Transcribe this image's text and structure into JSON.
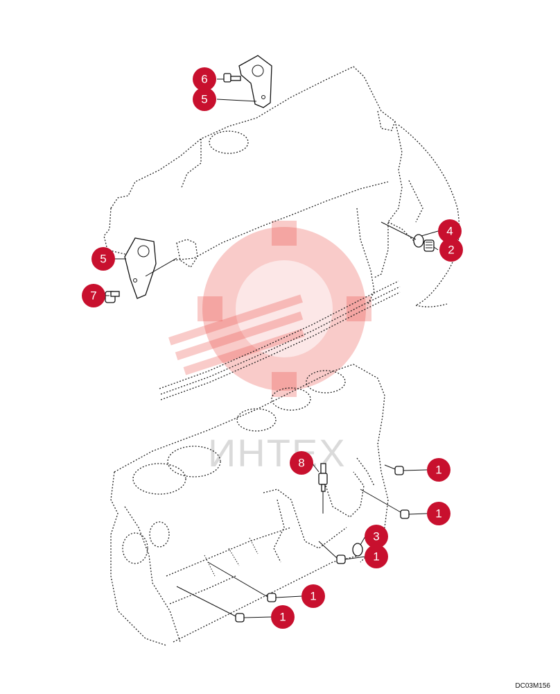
{
  "drawing_code": "DC03M156",
  "watermark_text": "ИНТЕХ",
  "callouts": [
    {
      "id": "c-6",
      "label": "6"
    },
    {
      "id": "c-5a",
      "label": "5"
    },
    {
      "id": "c-4",
      "label": "4"
    },
    {
      "id": "c-2",
      "label": "2"
    },
    {
      "id": "c-5b",
      "label": "5"
    },
    {
      "id": "c-7",
      "label": "7"
    },
    {
      "id": "c-8",
      "label": "8"
    },
    {
      "id": "c-1a",
      "label": "1"
    },
    {
      "id": "c-1b",
      "label": "1"
    },
    {
      "id": "c-3",
      "label": "3"
    },
    {
      "id": "c-1c",
      "label": "1"
    },
    {
      "id": "c-1d",
      "label": "1"
    },
    {
      "id": "c-1e",
      "label": "1"
    }
  ],
  "colors": {
    "callout": "#c8102e",
    "watermark": "#e8463c"
  }
}
